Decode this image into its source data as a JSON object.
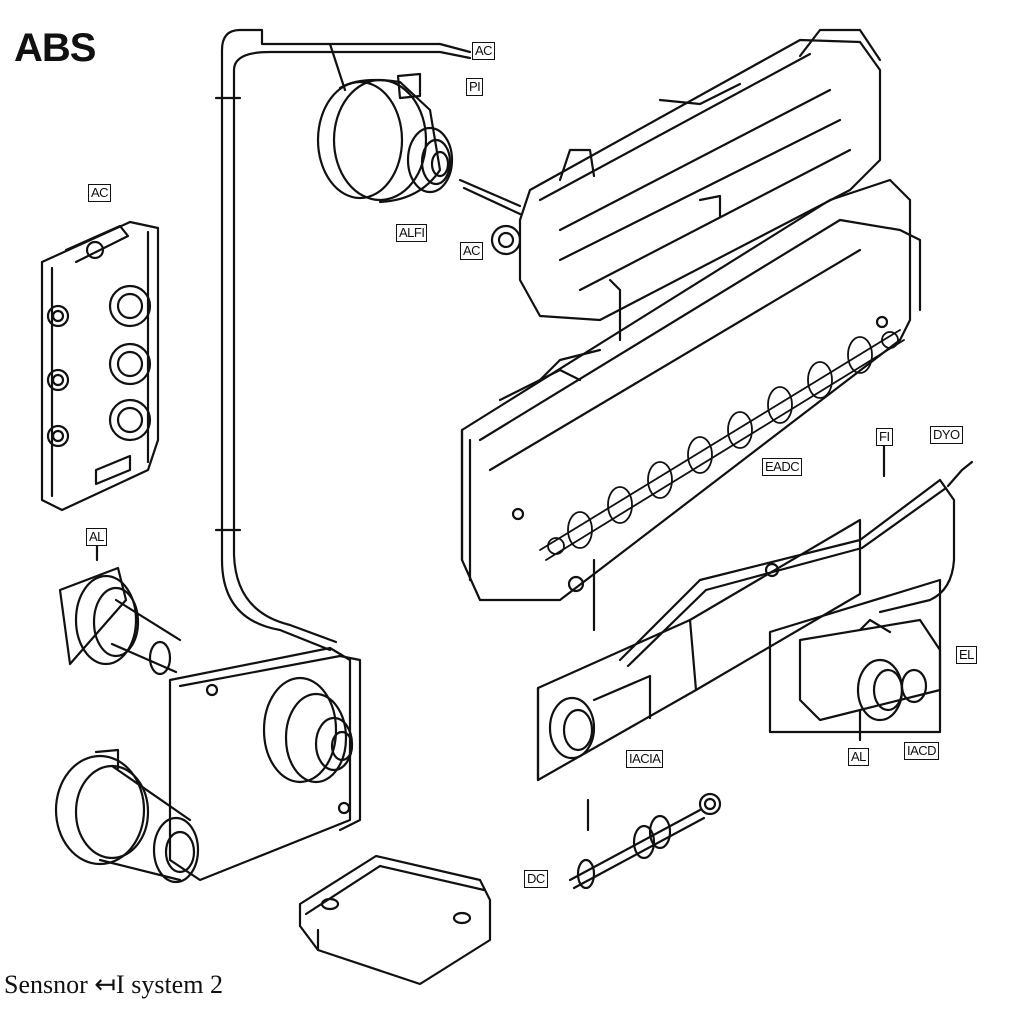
{
  "title": "ABS",
  "caption": "Sensnor ↤I system 2",
  "labels": {
    "top_ac": "AC",
    "top_pi": "PI",
    "module_ac": "AC",
    "pump_label": "ALFI",
    "pump_ac": "AC",
    "module_al": "AL",
    "valve_label": "EADC",
    "right_fi": "FI",
    "right_dyo": "DYO",
    "sensor_el": "EL",
    "sensor_a": "AL",
    "sensor_iacd": "IACD",
    "mid_label": "IACIA",
    "bottom_dc": "DC"
  },
  "colors": {
    "line": "#111111",
    "background": "#ffffff"
  }
}
